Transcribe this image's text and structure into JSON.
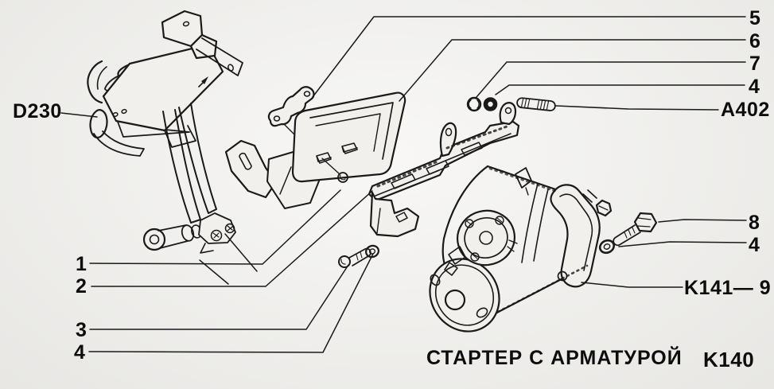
{
  "figure": {
    "background": "#f1f0ed",
    "line_color": "#1a1a1a",
    "ink_color": "#0d0d0d",
    "caption": "СТАРТЕР С АРМАТУРОЙ",
    "page_code": "K140",
    "callouts": {
      "d230": "D230",
      "n5": "5",
      "n6": "6",
      "n7": "7",
      "n4_top": "4",
      "a402": "A402",
      "n8": "8",
      "n4_right": "4",
      "k141_9": "K141— 9",
      "n1": "1",
      "n2": "2",
      "n3": "3",
      "n4_bottom": "4"
    }
  }
}
